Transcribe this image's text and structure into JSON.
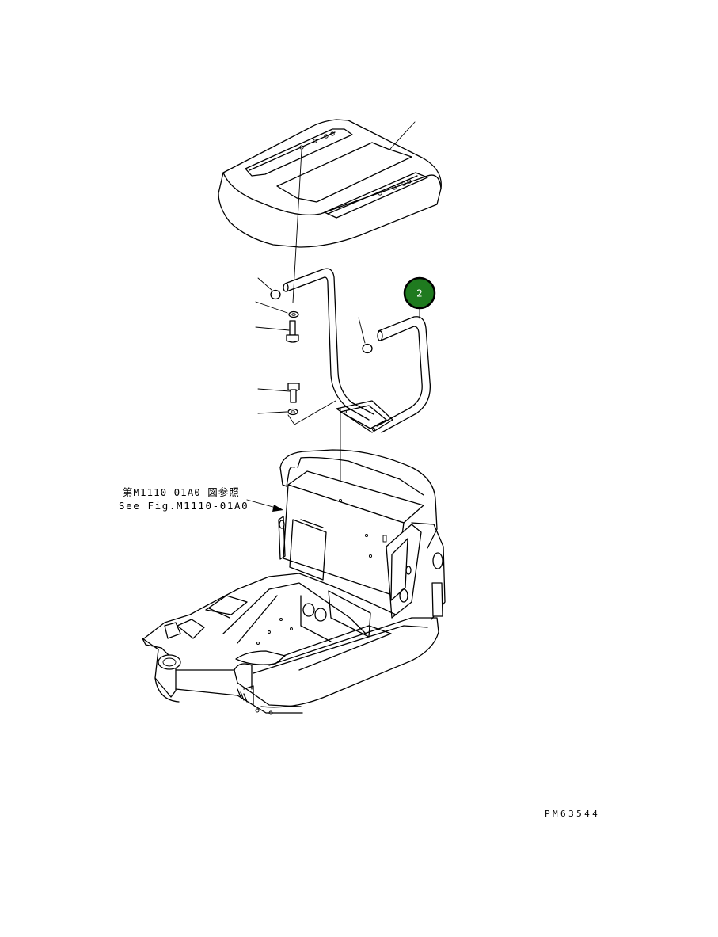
{
  "reference_note": {
    "japanese": "第M1110-01A0 図参照",
    "english": "See Fig.M1110-01A0"
  },
  "drawing_number": "PM63544",
  "callouts": [
    {
      "number": "2",
      "color": "#1f7a1f"
    }
  ]
}
